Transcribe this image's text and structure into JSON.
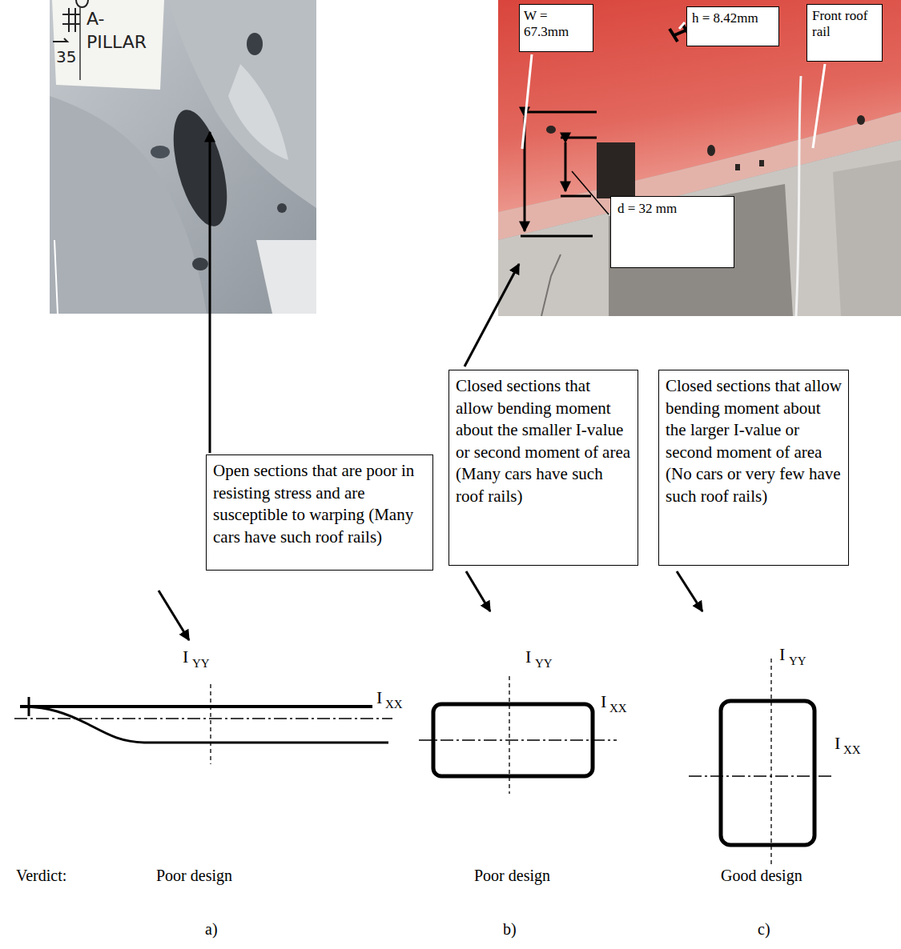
{
  "diagram": {
    "nodes": [
      {
        "text": [
          "W = 67.3mm"
        ]
      },
      {
        "text": [
          "h = 8.42mm"
        ]
      },
      {
        "text": [
          "Front roof rail"
        ]
      },
      {
        "text": [
          "d = 32 mm"
        ]
      },
      {
        "text": [
          "Open sections that are poor in resisting stress and are susceptible to warping (Many cars have such roof rails)"
        ]
      },
      {
        "text": [
          "Closed sections that allow bending moment about the smaller I-value or second moment of area (Many cars have such roof rails)"
        ]
      },
      {
        "text": [
          "Closed sections that allow bending moment about the larger I-value or second moment of area (No cars or very few have such roof rails)"
        ]
      }
    ],
    "labels": [
      "A-PILLAR",
      "35",
      "I",
      "YY",
      "I",
      "XX",
      "I",
      "YY",
      "I",
      "XX",
      "I",
      "YY",
      "I",
      "XX",
      "Verdict:",
      "Poor design",
      "Poor design",
      "Good design",
      "a)",
      "b)",
      "c)"
    ]
  }
}
